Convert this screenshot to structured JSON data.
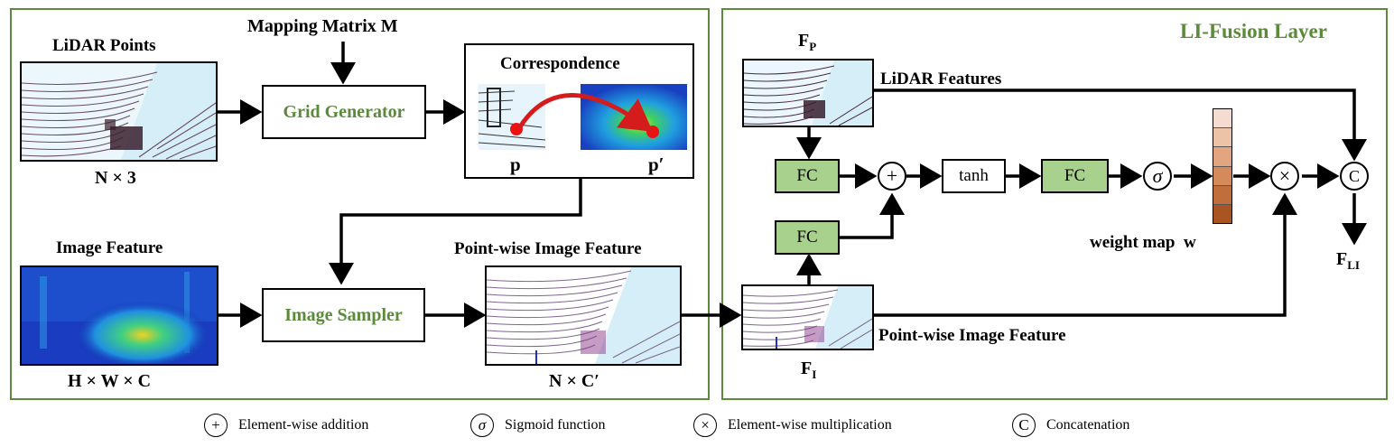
{
  "left": {
    "lidar_points": "LiDAR Points",
    "n_by_3": "N × 3",
    "mapping_matrix": "Mapping Matrix M",
    "grid_generator": "Grid Generator",
    "correspondence": "Correspondence",
    "p": "p",
    "p_prime": "p′",
    "image_feature": "Image Feature",
    "h_w_c": "H × W × C",
    "image_sampler": "Image Sampler",
    "pointwise_image_feature": "Point-wise Image Feature",
    "n_by_c_prime": "N × C′"
  },
  "right": {
    "title": "LI-Fusion Layer",
    "fp_main": "F",
    "fp_sub": "P",
    "lidar_features": "LiDAR Features",
    "fc1": "FC",
    "fc2": "FC",
    "fc3": "FC",
    "tanh": "tanh",
    "plus": "+",
    "sigma": "σ",
    "times": "×",
    "concat": "C",
    "weight_map": "weight map  w",
    "fli_main": "F",
    "fli_sub": "LI",
    "pointwise_image_feature": "Point-wise Image Feature",
    "fi_main": "F",
    "fi_sub": "I"
  },
  "legend": {
    "add_symbol": "+",
    "add_label": "Element-wise addition",
    "sigmoid_symbol": "σ",
    "sigmoid_label": "Sigmoid function",
    "mult_symbol": "×",
    "mult_label": "Element-wise multiplication",
    "concat_symbol": "C",
    "concat_label": "Concatenation"
  },
  "colors": {
    "panel_border": "#5a8a3a",
    "title_green": "#5a8a3a",
    "fc_fill": "#a9d18e",
    "lidar_bg": "#d6eef8",
    "weight_map_cells": [
      "#f4ddd0",
      "#edc3a8",
      "#e3a57f",
      "#d48a5b",
      "#c06f3c",
      "#a85523"
    ]
  }
}
